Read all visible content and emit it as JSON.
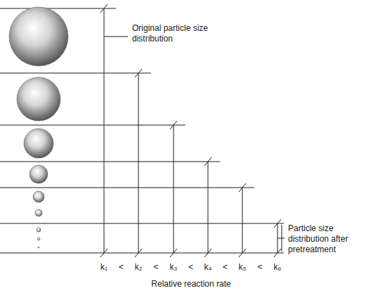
{
  "diagram": {
    "labels": [
      "Original particle size distribution",
      "Particle size distribution after pretreatment",
      "k₁",
      "<",
      "k₂",
      "<",
      "k₃",
      "<",
      "k₄",
      "<",
      "k₅",
      "<",
      "k₆",
      "Relative reaction rate"
    ]
  }
}
